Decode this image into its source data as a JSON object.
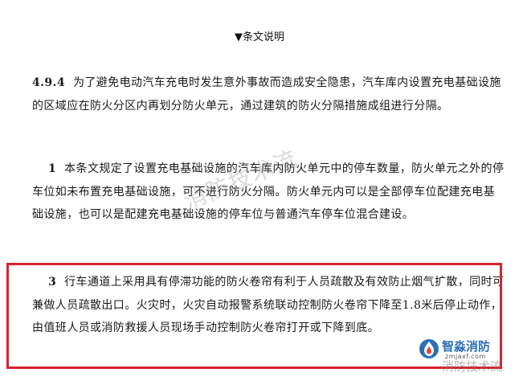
{
  "header": {
    "title": "▼条文说明"
  },
  "section": {
    "number": "4.9.4",
    "text": "为了避免电动汽车充电时发生意外事故而造成安全隐患，汽车库内设置充电基础设施的区域应在防火分区内再划分防火单元，通过建筑的防火分隔措施成组进行分隔。"
  },
  "item1": {
    "number": "1",
    "text": "本条文规定了设置充电基础设施的汽车库内防火单元中的停车数量，防火单元之外的停车位如未布置充电基础设施，可不进行防火分隔。防火单元内可以是全部停车位配建充电基础设施，也可以是配建充电基础设施的停车位与普通汽车停车位混合建设。"
  },
  "item3": {
    "number": "3",
    "text": "行车通道上采用具有停滞功能的防火卷帘有利于人员疏散及有效防止烟气扩散，同时可兼做人员疏散出口。火灾时，火灾自动报警系统联动控制防火卷帘下降至1.8米后停止动作，由值班人员或消防救援人员现场手动控制防火卷帘打开或下降到底。"
  },
  "watermarks": {
    "center": "消防技术流",
    "corner": "消防技术流"
  },
  "logo": {
    "name": "智淼消防",
    "url": "zmjaxf.com"
  },
  "colors": {
    "highlight_border": "#d9232e",
    "logo_blue": "#2c6fb5"
  }
}
